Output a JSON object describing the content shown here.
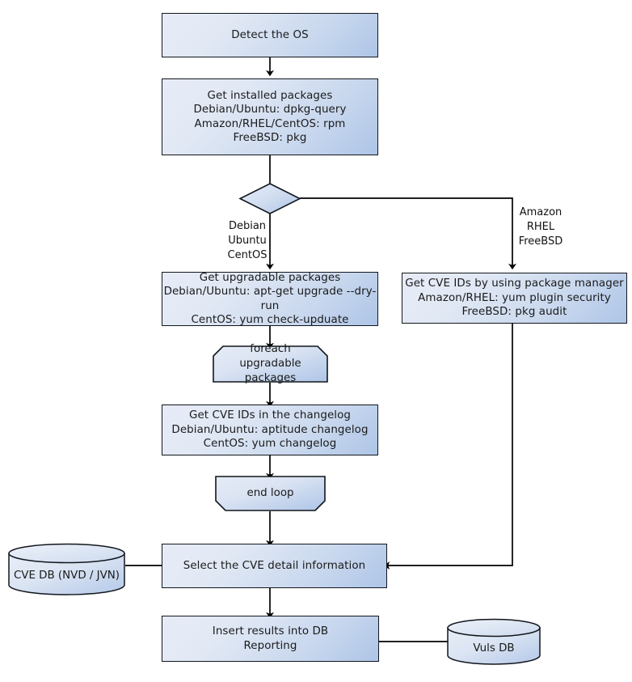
{
  "diagram": {
    "title": "Vuls vulnerability scan flow",
    "colors": {
      "node_fill_light": "#e6ebf6",
      "node_fill_dark": "#aec5e7",
      "node_stroke": "#12161c",
      "edge_stroke": "#000000",
      "text": "#1a1a1a",
      "background": "#ffffff"
    },
    "nodes": {
      "detect_os": {
        "label": "Detect the OS",
        "shape": "process"
      },
      "get_installed": {
        "label": "Get installed packages\nDebian/Ubuntu: dpkg-query\nAmazon/RHEL/CentOS: rpm\nFreeBSD: pkg",
        "shape": "process"
      },
      "os_decision": {
        "label": "",
        "shape": "decision"
      },
      "get_upgradable": {
        "label": "Get upgradable packages\nDebian/Ubuntu: apt-get upgrade --dry-run\nCentOS: yum check-upduate",
        "shape": "process"
      },
      "get_cve_pkgmgr": {
        "label": "Get CVE IDs by using package manager\nAmazon/RHEL: yum plugin security\nFreeBSD: pkg audit",
        "shape": "process"
      },
      "foreach_loop": {
        "label": "foreach\nupgradable  packages",
        "shape": "loop-start"
      },
      "get_cve_changelog": {
        "label": "Get CVE IDs in the changelog\nDebian/Ubuntu: aptitude changelog\nCentOS: yum changelog",
        "shape": "process"
      },
      "end_loop": {
        "label": "end loop",
        "shape": "loop-end"
      },
      "select_cve": {
        "label": "Select the CVE detail information",
        "shape": "process"
      },
      "insert_results": {
        "label": "Insert results into DB\nReporting",
        "shape": "process"
      },
      "cve_db": {
        "label": "CVE DB (NVD / JVN)",
        "shape": "database"
      },
      "vuls_db": {
        "label": "Vuls DB",
        "shape": "database"
      }
    },
    "edge_labels": {
      "left_branch": "Debian\nUbuntu\nCentOS",
      "right_branch": "Amazon\nRHEL\nFreeBSD"
    }
  }
}
